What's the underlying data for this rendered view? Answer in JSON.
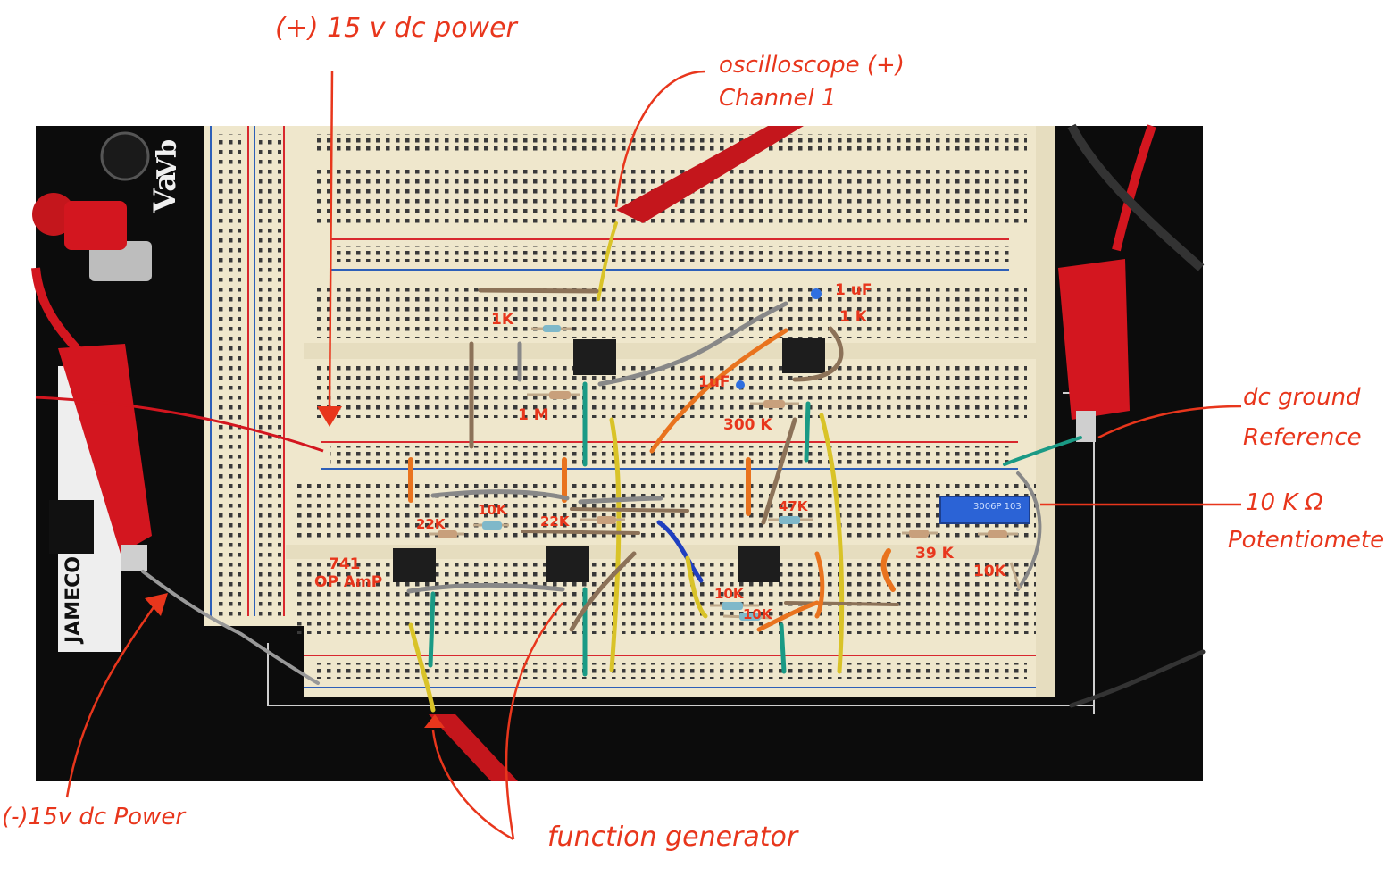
{
  "photo": {
    "bench_labels": {
      "va": "Va",
      "vb": "Vb",
      "brand": "JAMECO"
    },
    "pot_marking": "3006P 103"
  },
  "annotations": {
    "pos_power": "(+) 15 v dc power",
    "neg_power": "(-)15v dc Power",
    "scope_line1": "oscilloscope (+)",
    "scope_line2": "Channel 1",
    "dc_ground_line1": "dc ground",
    "dc_ground_line2": "Reference",
    "pot_line1": "10 K Ω",
    "pot_line2": "Potentiometer",
    "function_gen": "function generator",
    "opamp_line1": "741",
    "opamp_line2": "OP AmP"
  },
  "component_labels": {
    "c_1uf_top": "1 uF",
    "r_1k_top_right": "1 K",
    "r_1k_left": "1K",
    "r_1m": "1 M",
    "c_1uf_mid": "1uF",
    "r_300k": "300 K",
    "r_22k_left": "22K",
    "r_10k_left": "10K",
    "r_22k_mid": "22K",
    "r_47k": "47K",
    "r_39k": "39 K",
    "r_10k_right": "10K",
    "r_10k_bottom_a": "10K",
    "r_10k_bottom_b": "10K"
  },
  "colors": {
    "annotation": "#e8361c",
    "breadboard": "#efe7cc",
    "bench": "#0c0c0c",
    "rail_red": "#d8282e",
    "rail_blue": "#2d5fb8"
  }
}
